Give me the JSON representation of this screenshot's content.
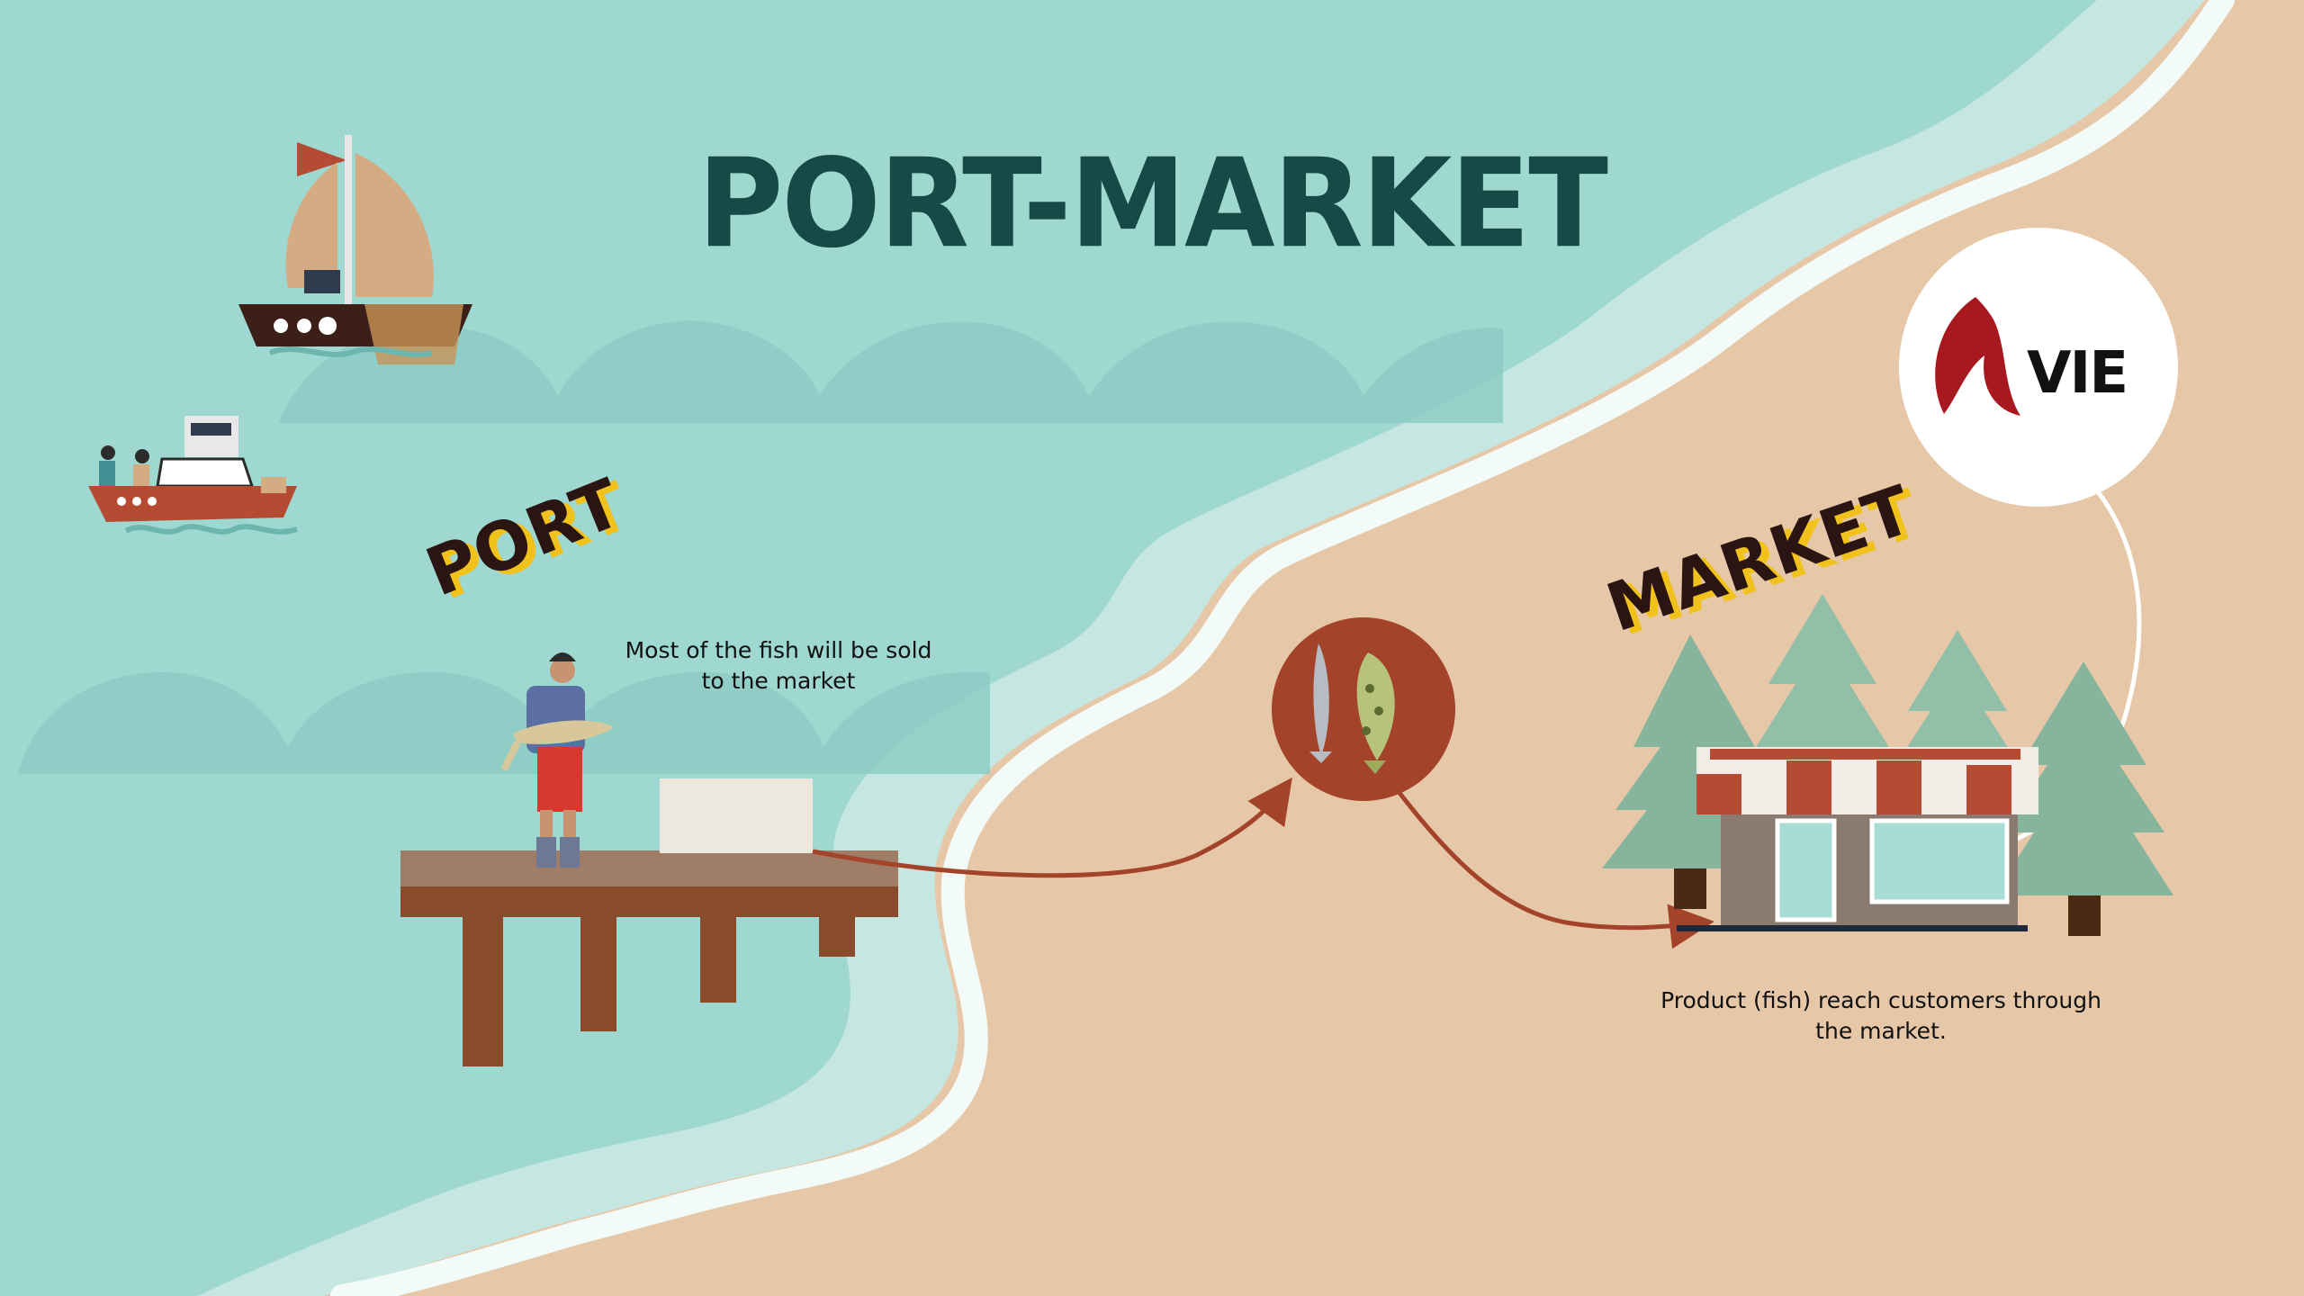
{
  "title": "PORT-MARKET",
  "port": {
    "label": "PORT",
    "note": "Most of the fish will be sold to the market"
  },
  "market": {
    "label": "MARKET",
    "note": "Product (fish) reach customers through the market."
  },
  "logo": {
    "text": "VIE"
  },
  "colors": {
    "sea": "#9ed8d0",
    "sand": "#e6c8a9",
    "title": "#164a46",
    "label_shadow": "#f1c21b",
    "flow_arrow": "#a3432a"
  },
  "icons": [
    "sailboat-icon",
    "motorboat-icon",
    "fisherman-icon",
    "fish-icon",
    "shop-icon",
    "tree-icon",
    "vie-flame-logo"
  ]
}
